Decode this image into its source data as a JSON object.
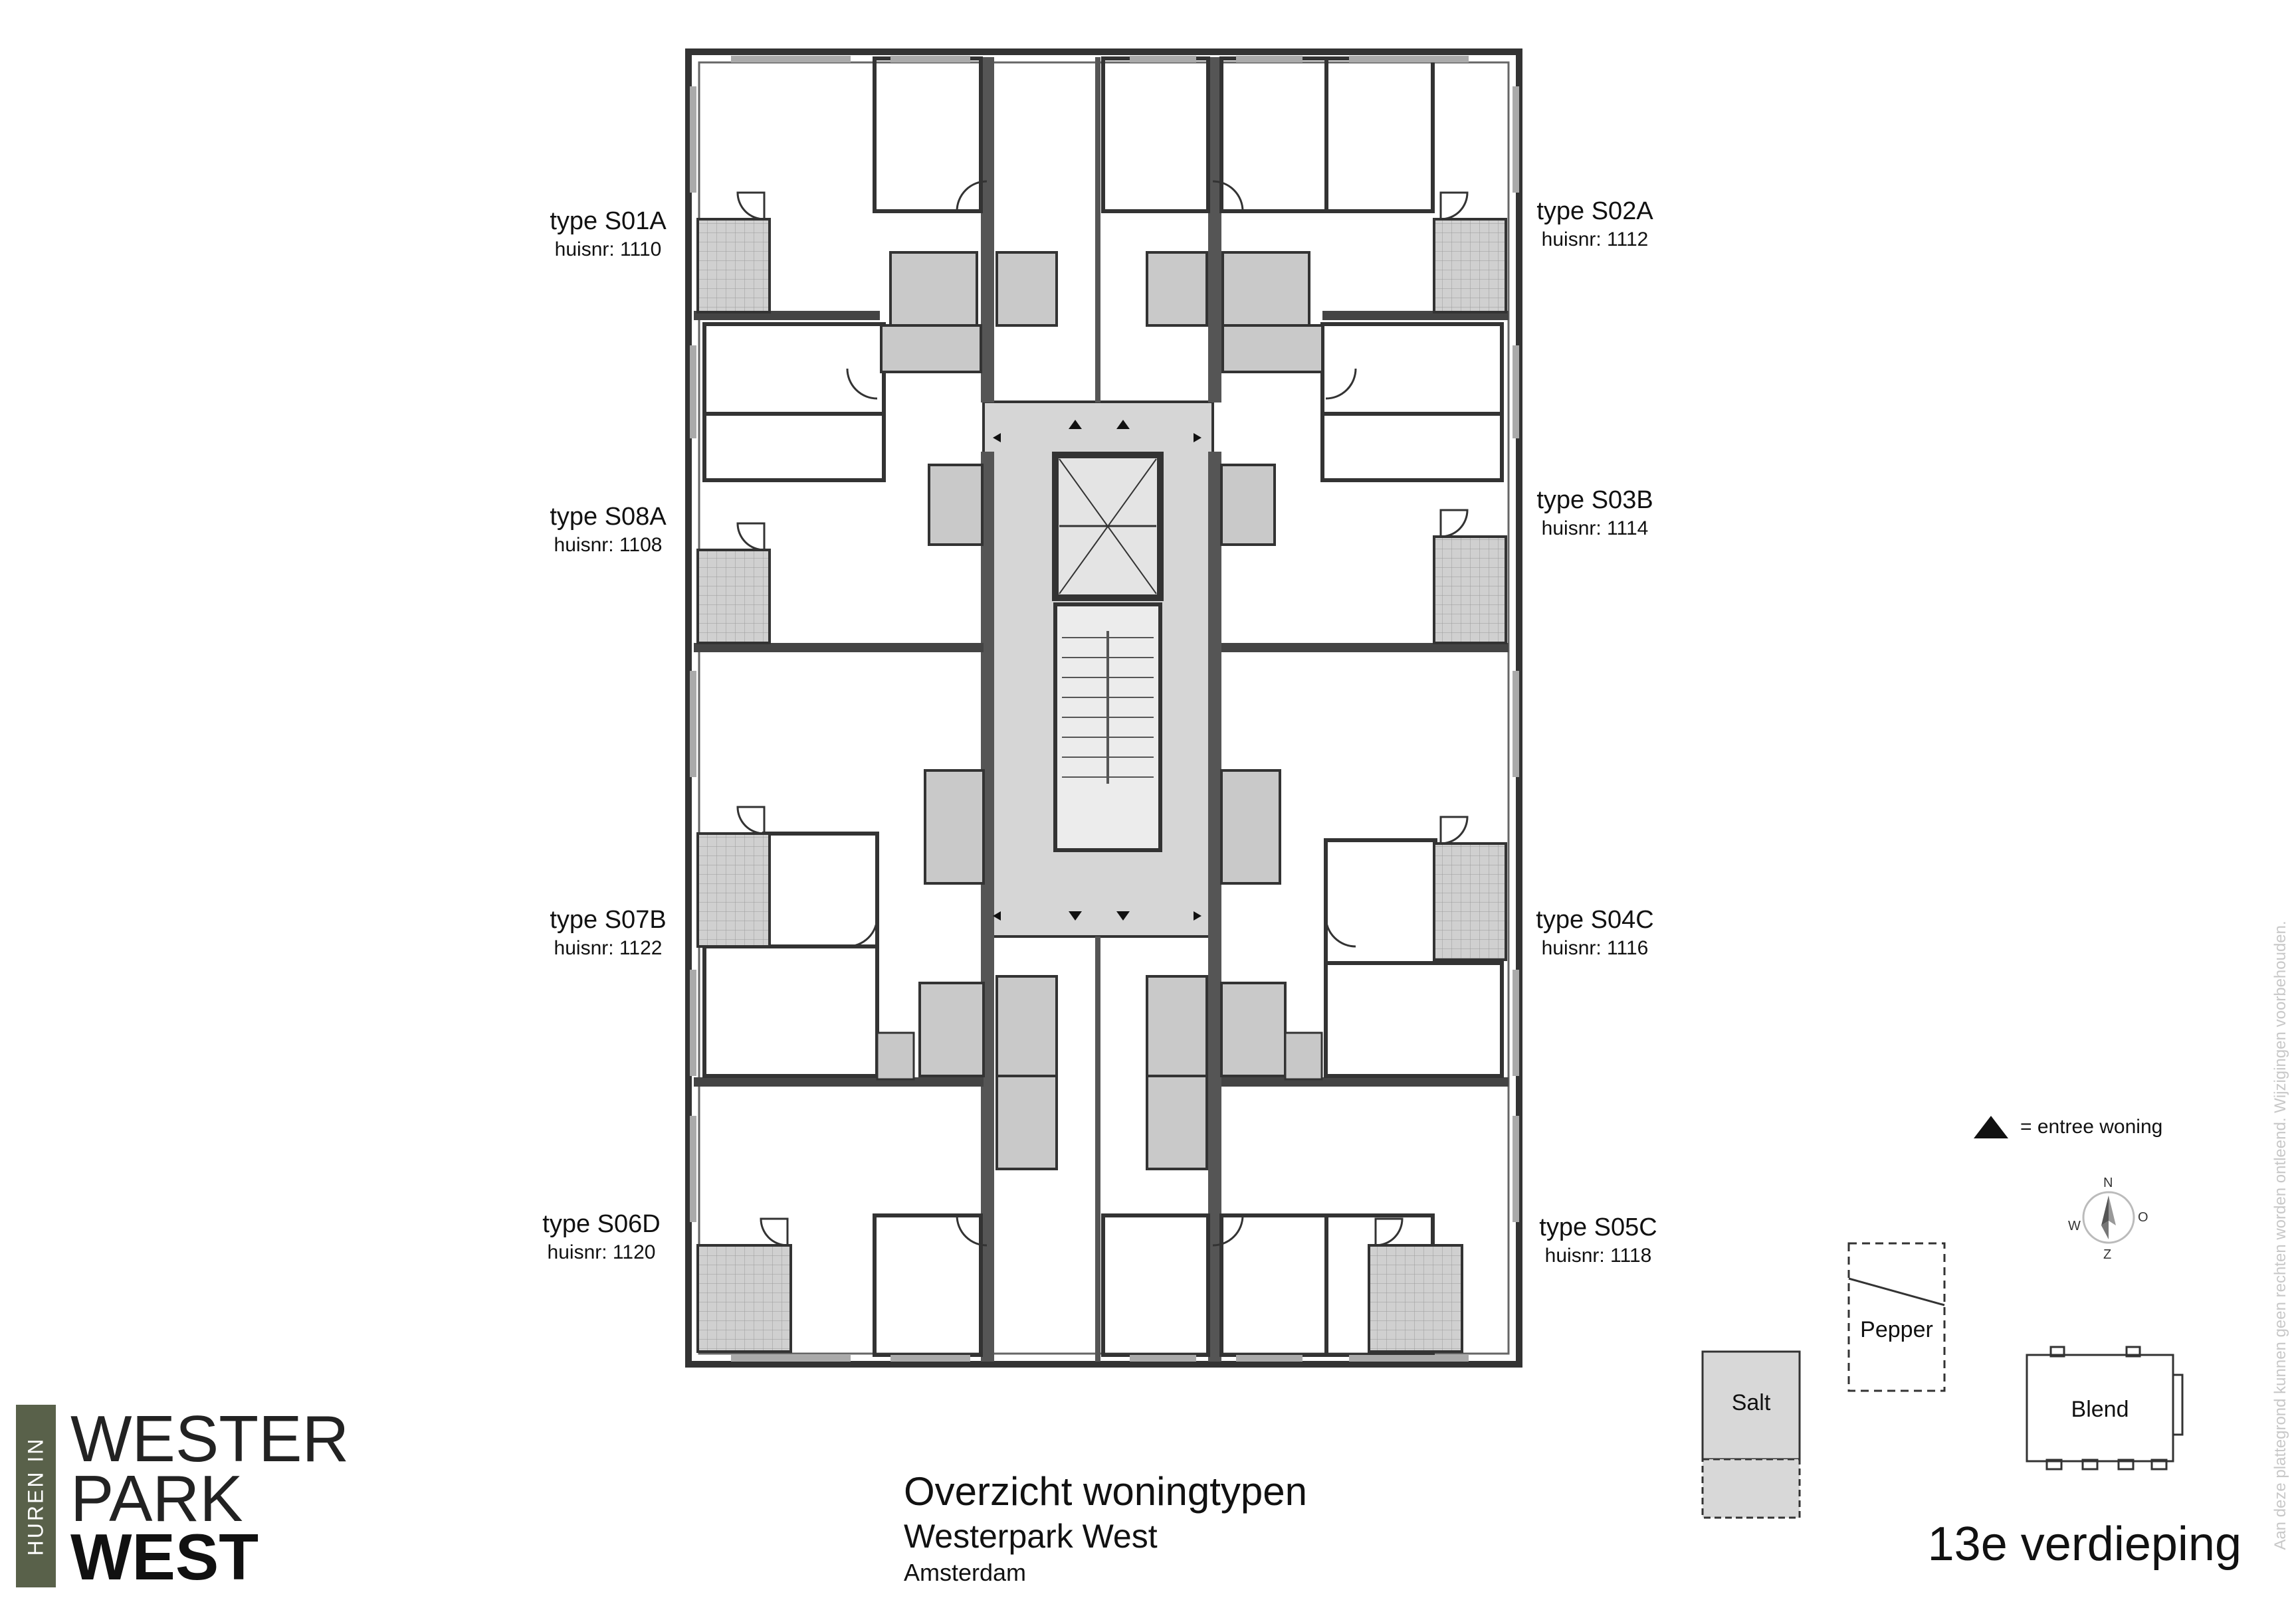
{
  "units": [
    {
      "type": "type S01A",
      "nr": "huisnr: 1110"
    },
    {
      "type": "type S02A",
      "nr": "huisnr: 1112"
    },
    {
      "type": "type S08A",
      "nr": "huisnr: 1108"
    },
    {
      "type": "type S03B",
      "nr": "huisnr: 1114"
    },
    {
      "type": "type S07B",
      "nr": "huisnr: 1122"
    },
    {
      "type": "type S04C",
      "nr": "huisnr: 1116"
    },
    {
      "type": "type S06D",
      "nr": "huisnr: 1120"
    },
    {
      "type": "type S05C",
      "nr": "huisnr: 1118"
    }
  ],
  "legend": {
    "text": "=  entree woning",
    "icon": "triangle-up-icon"
  },
  "compass": {
    "n": "N",
    "o": "O",
    "z": "Z",
    "w": "W"
  },
  "site": {
    "salt": "Salt",
    "pepper": "Pepper",
    "blend": "Blend"
  },
  "titles": {
    "main": "Overzicht woningtypen",
    "sub": "Westerpark West",
    "city": "Amsterdam"
  },
  "floor": "13e verdieping",
  "copyright": "Aan deze plattegrond kunnen geen rechten worden ontleend. Wijzigingen voorbehouden.",
  "logo": {
    "tag": "HUREN IN",
    "line1": "WESTER",
    "line2": "PARK",
    "line3": "WEST"
  },
  "colors": {
    "wall": "#444444",
    "corridor": "#d6d6d6",
    "balcony": "#cfcfcf",
    "logo_bar": "#59614a"
  }
}
